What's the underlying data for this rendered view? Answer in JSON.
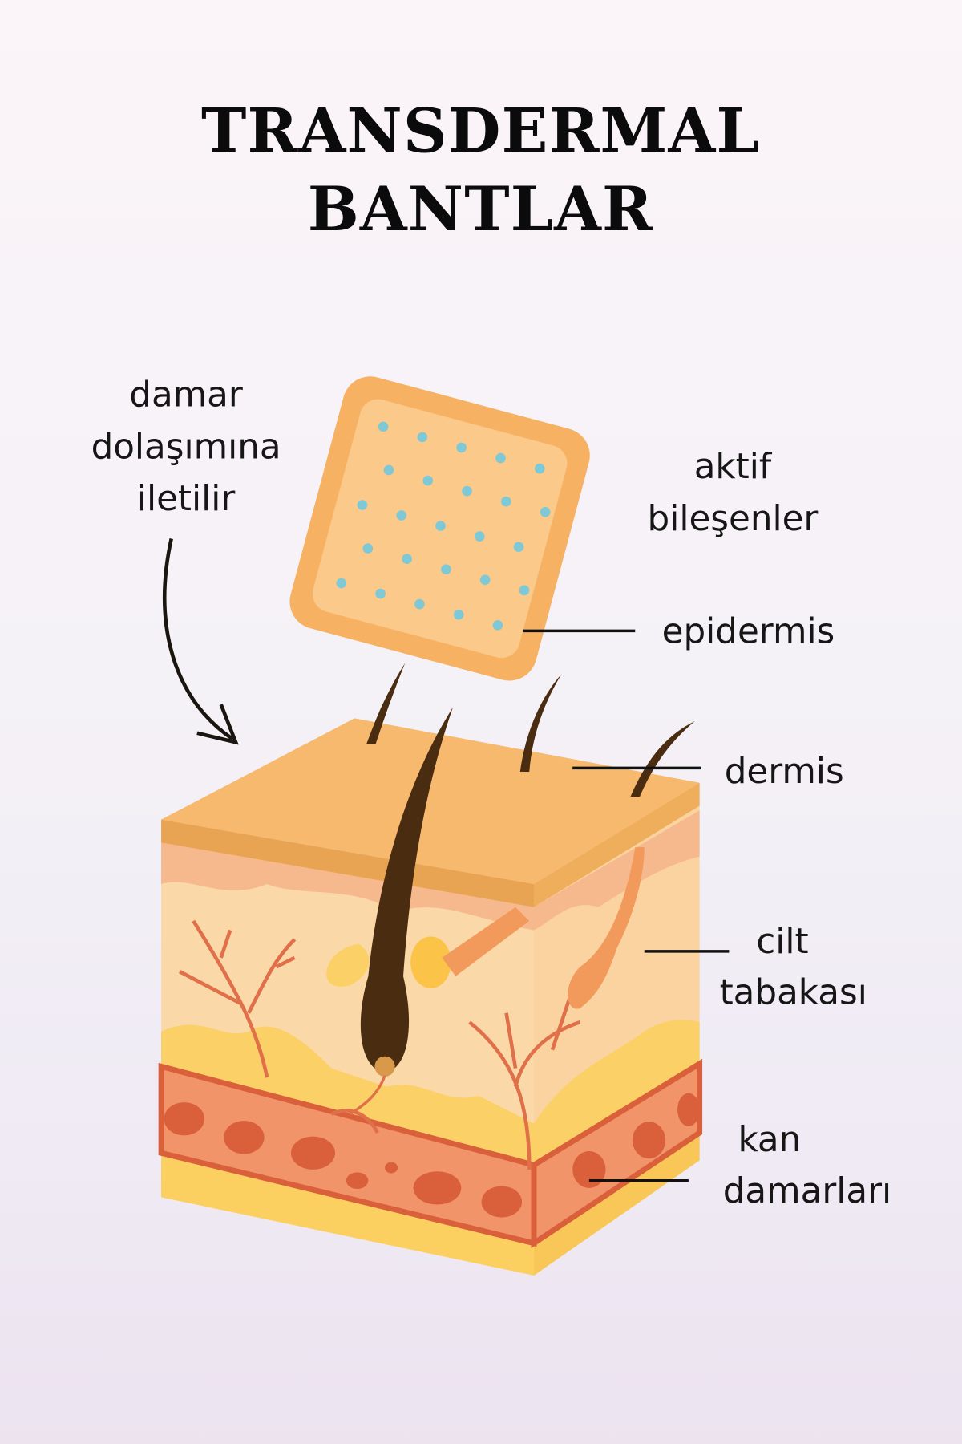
{
  "title": {
    "line1": "TRANSDERMAL",
    "line2": "BANTLAR"
  },
  "labels": {
    "circulation": [
      "damar",
      "dolaşımına",
      "iletilir"
    ],
    "active": [
      "aktif",
      "bileşenler"
    ],
    "epidermis": "epidermis",
    "dermis": "dermis",
    "skin_layer": [
      "cilt",
      "tabakası"
    ],
    "vessels": [
      "kan",
      "damarları"
    ]
  },
  "colors": {
    "patch": "#f6b96e",
    "patch_inner": "#fbcb8a",
    "dots": "#7fc8d6",
    "skin_top": "#f4b660",
    "vessel": "#e8784e",
    "fat": "#fbd36a",
    "hair": "#4a2c10"
  }
}
